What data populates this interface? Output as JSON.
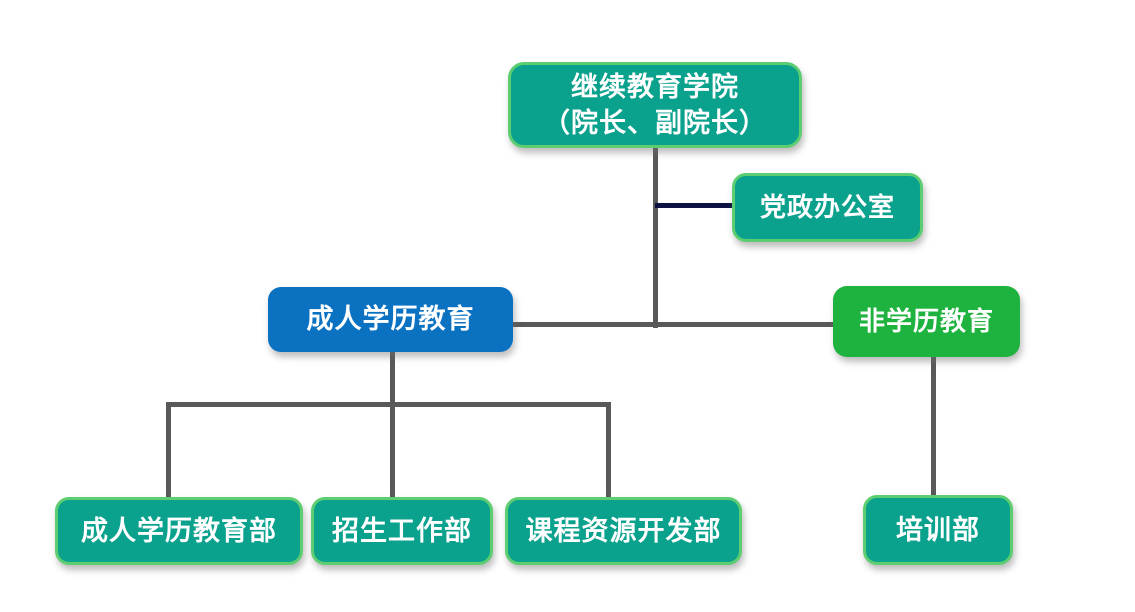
{
  "chart": {
    "type": "org-chart",
    "nodes": {
      "college": {
        "line1": "继续教育学院",
        "line2": "（院长、副院长）",
        "color": "#0aa18d"
      },
      "party_office": {
        "label": "党政办公室",
        "color": "#0aa18d"
      },
      "adult_edu": {
        "label": "成人学历教育",
        "color": "#0b72c2"
      },
      "non_degree": {
        "label": "非学历教育",
        "color": "#1eb33e"
      },
      "adult_edu_dept": {
        "label": "成人学历教育部",
        "color": "#0aa18d"
      },
      "admissions": {
        "label": "招生工作部",
        "color": "#0aa18d"
      },
      "course_dev": {
        "label": "课程资源开发部",
        "color": "#0aa18d"
      },
      "training": {
        "label": "培训部",
        "color": "#0aa18d"
      }
    },
    "edges": [
      {
        "from": "college",
        "to": "party_office"
      },
      {
        "from": "college",
        "to": "adult_edu"
      },
      {
        "from": "college",
        "to": "non_degree"
      },
      {
        "from": "adult_edu",
        "to": "adult_edu_dept"
      },
      {
        "from": "adult_edu",
        "to": "admissions"
      },
      {
        "from": "adult_edu",
        "to": "course_dev"
      },
      {
        "from": "non_degree",
        "to": "training"
      }
    ],
    "colors": {
      "teal": "#0aa18d",
      "teal_border": "#5ccd70",
      "blue": "#0b72c2",
      "green": "#1eb33e",
      "line_gray": "#595959",
      "line_navy": "#0c1342",
      "text_white": "#ffffff"
    }
  }
}
